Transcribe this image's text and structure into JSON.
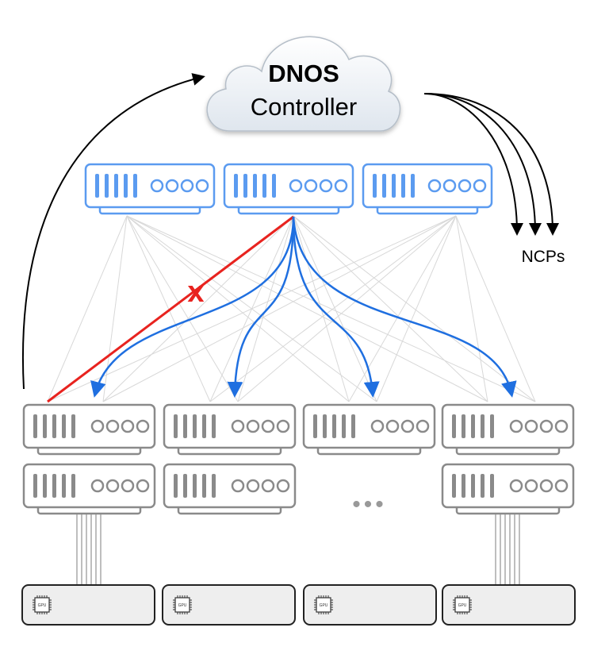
{
  "controller": {
    "line1": "DNOS",
    "line2": "Controller"
  },
  "ncps_label": "NCPs",
  "failure_mark": "x",
  "gpu_label": "GPU",
  "ellipsis": "•••",
  "colors": {
    "spine": "#5b9bf0",
    "leaf": "#8a8a8a",
    "failed_link": "#e8231f",
    "reroute": "#1f6fe0",
    "control": "#000000",
    "mesh": "#d8d8d8",
    "gpu_fill": "#eeeeee"
  }
}
